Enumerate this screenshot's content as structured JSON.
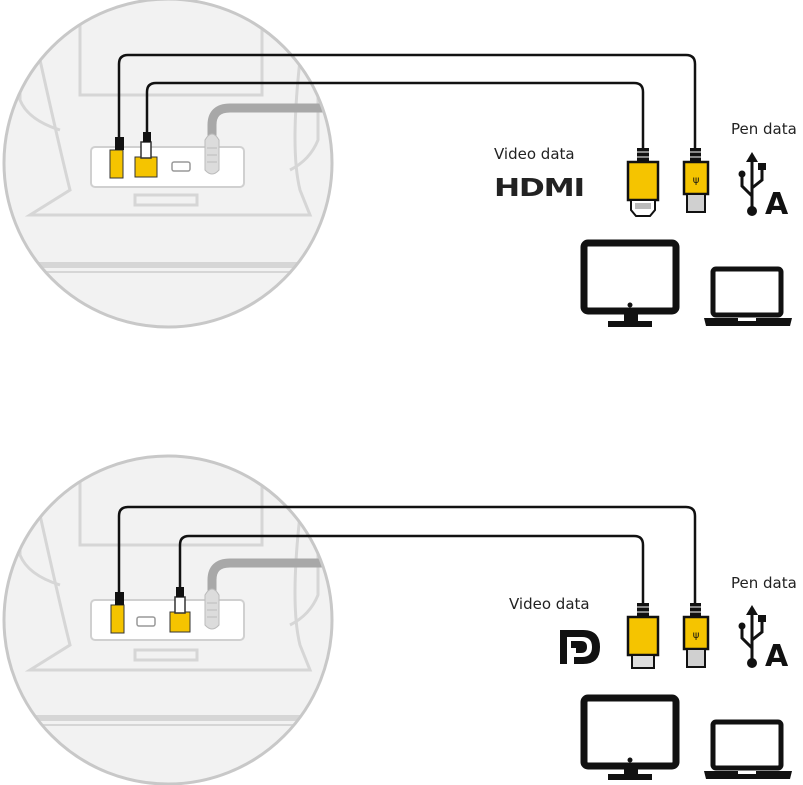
{
  "panels": [
    {
      "video_label": "Video data",
      "pen_label": "Pen data",
      "video_connector": "HDMI",
      "video_logo_text": "HDMI",
      "pen_connector_icon": "usb-a-icon",
      "accent_color": "#f5c400"
    },
    {
      "video_label": "Video data",
      "pen_label": "Pen data",
      "video_connector": "DisplayPort",
      "video_logo_icon": "displayport-logo-icon",
      "pen_connector_icon": "usb-a-icon",
      "accent_color": "#f5c400"
    }
  ]
}
